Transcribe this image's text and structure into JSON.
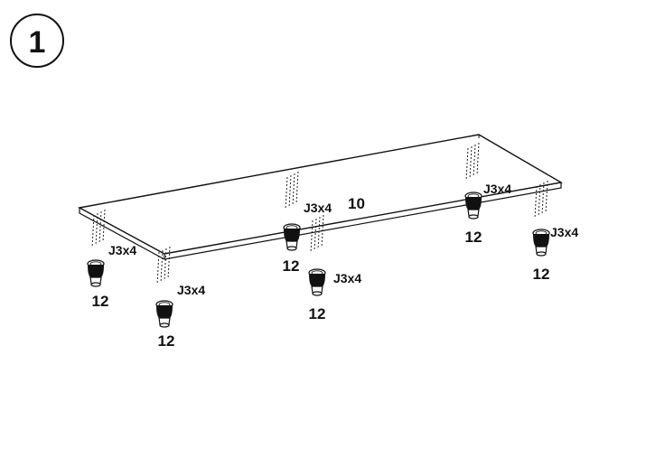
{
  "step": {
    "number": "1"
  },
  "panel": {
    "part_label": "10"
  },
  "callouts": [
    {
      "id": "front-left",
      "screw_label": "J3x4",
      "foot_label": "12"
    },
    {
      "id": "front-left-2",
      "screw_label": "J3x4",
      "foot_label": "12"
    },
    {
      "id": "center-back",
      "screw_label": "J3x4",
      "foot_label": "12"
    },
    {
      "id": "center-front",
      "screw_label": "J3x4",
      "foot_label": "12"
    },
    {
      "id": "right-back",
      "screw_label": "J3x4",
      "foot_label": "12"
    },
    {
      "id": "right-front",
      "screw_label": "J3x4",
      "foot_label": "12"
    }
  ]
}
